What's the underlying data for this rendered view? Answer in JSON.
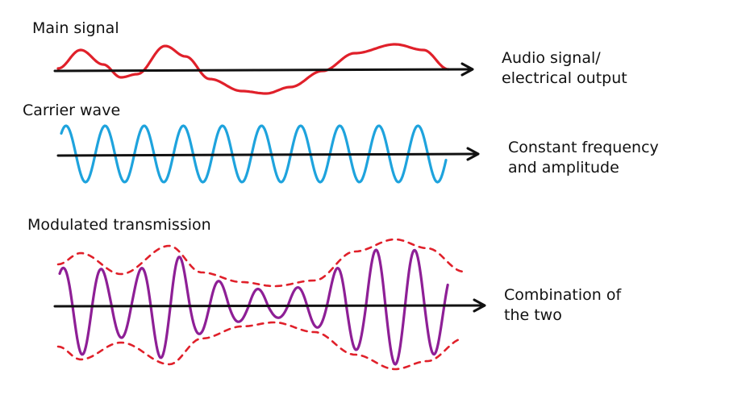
{
  "colors": {
    "main_signal": "#e0202a",
    "carrier_wave": "#1ea3dd",
    "modulated_wave": "#8e1f96",
    "envelope": "#e0202a",
    "axis": "#111111"
  },
  "panels": [
    {
      "id": "main-signal",
      "title": "Main signal",
      "description_lines": [
        "Audio signal/",
        "electrical output"
      ]
    },
    {
      "id": "carrier-wave",
      "title": "Carrier wave",
      "description_lines": [
        "Constant frequency",
        "and amplitude"
      ]
    },
    {
      "id": "modulated-transmission",
      "title": "Modulated transmission",
      "description_lines": [
        "Combination of",
        "the two"
      ]
    }
  ]
}
